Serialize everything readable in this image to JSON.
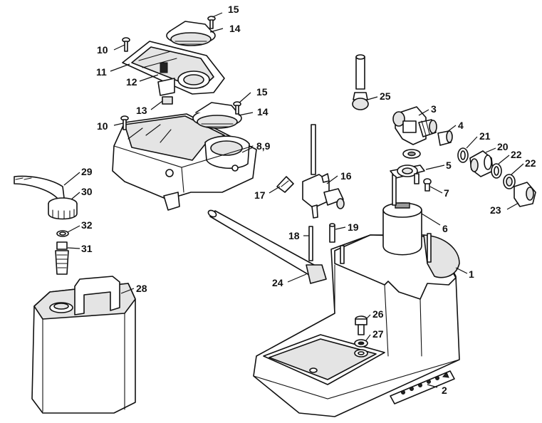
{
  "diagram": {
    "colors": {
      "ink": "#111111",
      "paper": "#ffffff",
      "shade": "#e4e4e4"
    },
    "callouts": {
      "c1": "1",
      "c2": "2",
      "c3": "3",
      "c4": "4",
      "c5": "5",
      "c6": "6",
      "c7": "7",
      "c89": "8,9",
      "c10a": "10",
      "c10b": "10",
      "c11": "11",
      "c12": "12",
      "c13": "13",
      "c14a": "14",
      "c14b": "14",
      "c15a": "15",
      "c15b": "15",
      "c16": "16",
      "c17": "17",
      "c18": "18",
      "c19": "19",
      "c20": "20",
      "c21": "21",
      "c22a": "22",
      "c22b": "22",
      "c23": "23",
      "c24": "24",
      "c25": "25",
      "c26": "26",
      "c27": "27",
      "c28": "28",
      "c29": "29",
      "c30": "30",
      "c31": "31",
      "c32": "32"
    }
  }
}
